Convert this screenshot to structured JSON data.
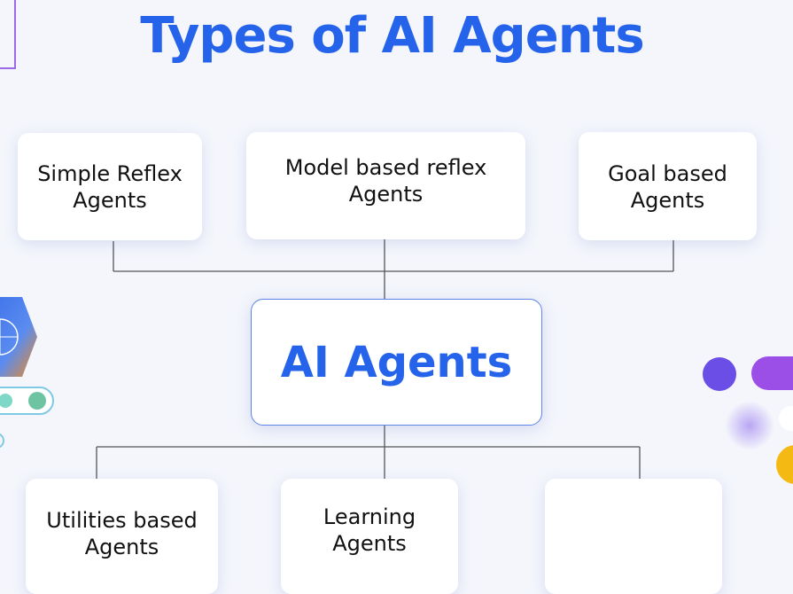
{
  "title": "Types of AI Agents",
  "center": {
    "label": "AI Agents"
  },
  "top_nodes": [
    {
      "label": "Simple Reflex\nAgents"
    },
    {
      "label": "Model based reflex\nAgents"
    },
    {
      "label": "Goal based\nAgents"
    }
  ],
  "bottom_nodes": [
    {
      "label": "Utilities based\nAgents"
    },
    {
      "label": "Learning\nAgents"
    },
    {
      "label": ""
    }
  ],
  "colors": {
    "accent": "#2563eb",
    "connector": "#555555",
    "card_border": "#5d84e6"
  }
}
